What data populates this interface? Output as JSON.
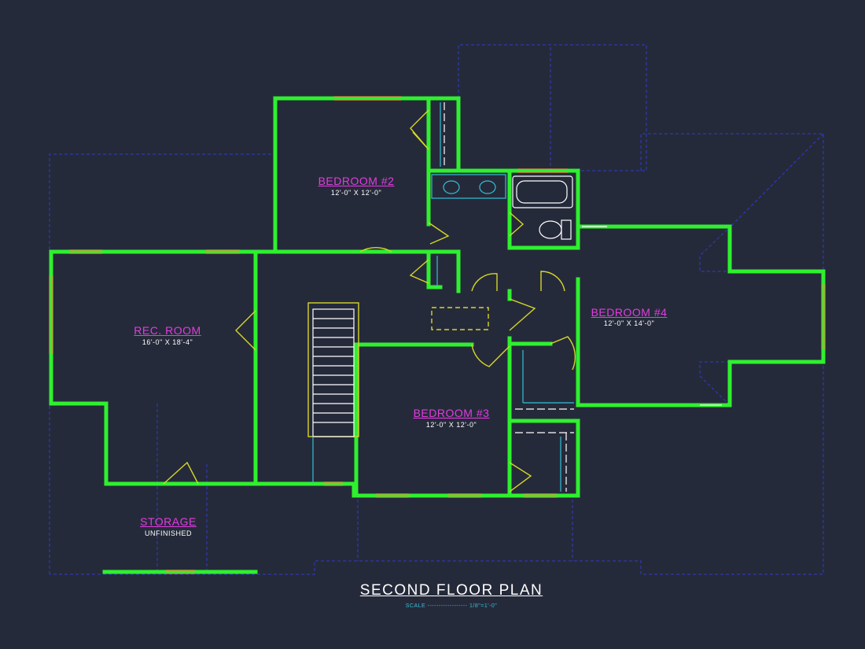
{
  "plan": {
    "title": "SECOND FLOOR PLAN",
    "scale": "SCALE ------------------ 1/8\"=1'-0\""
  },
  "rooms": {
    "bedroom2": {
      "name": "BEDROOM #2",
      "dims": "12'-0\" X 12'-0\""
    },
    "bedroom3": {
      "name": "BEDROOM #3",
      "dims": "12'-0\" X 12'-0\""
    },
    "bedroom4": {
      "name": "BEDROOM #4",
      "dims": "12'-0\" X 14'-0\""
    },
    "rec_room": {
      "name": "REC. ROOM",
      "dims": "16'-0\" X 18'-4\""
    },
    "storage": {
      "name": "STORAGE",
      "dims": "UNFINISHED"
    }
  },
  "colors": {
    "background": "#252a3a",
    "walls": "#2ff02f",
    "room_labels": "#e23ce0",
    "roof_outline": "#2f3cc8",
    "doors": "#d6d62a",
    "fixtures": "#34c0d8"
  }
}
